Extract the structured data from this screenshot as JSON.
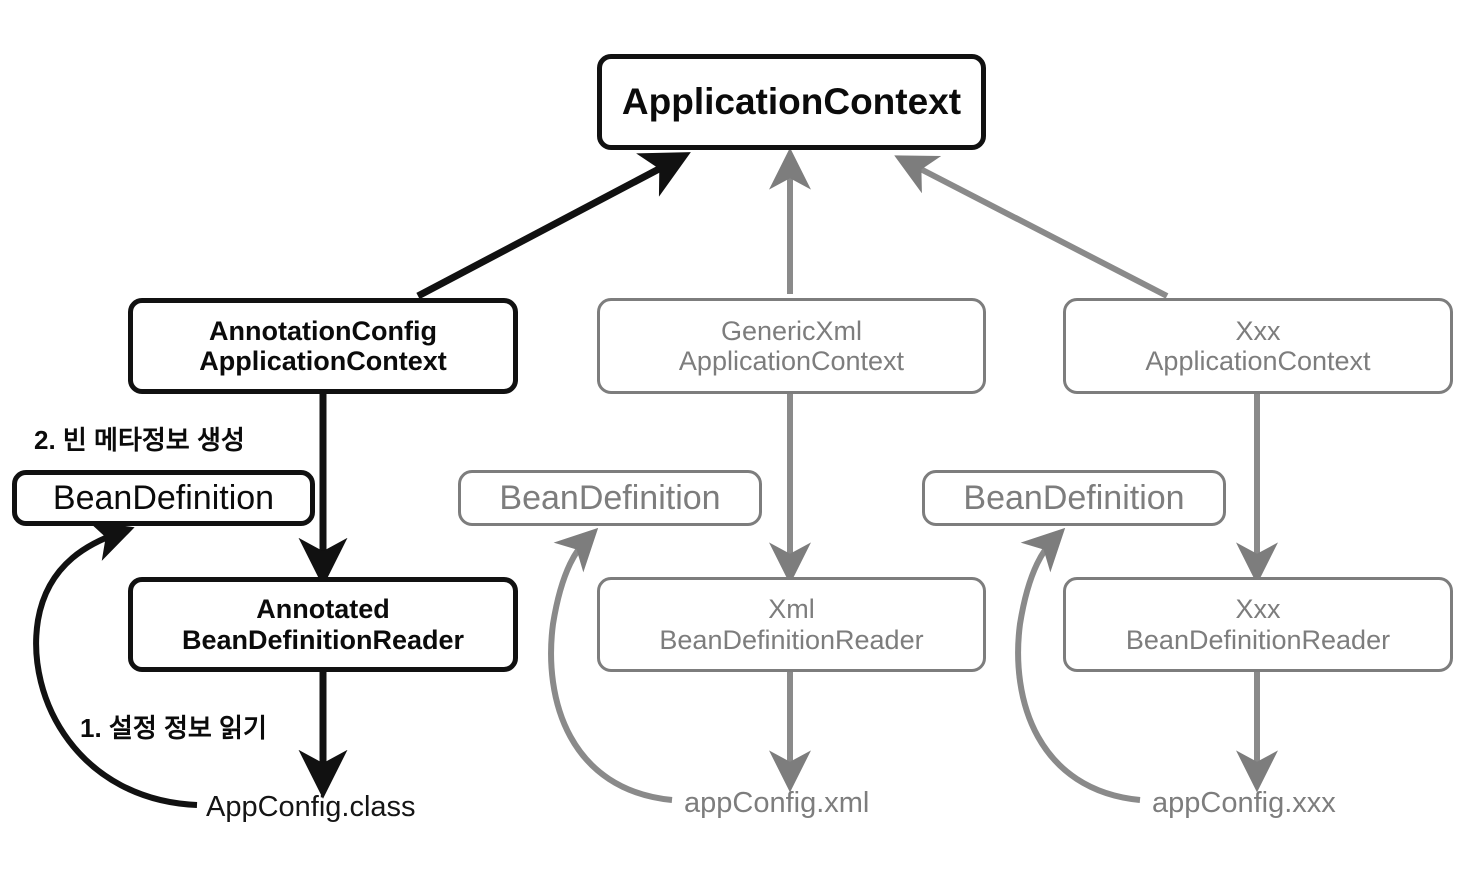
{
  "diagram": {
    "title": "Spring ApplicationContext BeanDefinition flow",
    "colors": {
      "primary": "#111111",
      "muted": "#7d7d7d",
      "background": "#ffffff"
    },
    "nodes": {
      "application_context": "ApplicationContext",
      "annotation_config_application_context": "AnnotationConfig\nApplicationContext",
      "generic_xml_application_context": "GenericXml\nApplicationContext",
      "xxx_application_context": "Xxx\nApplicationContext",
      "bean_definition_left": "BeanDefinition",
      "bean_definition_middle": "BeanDefinition",
      "bean_definition_right": "BeanDefinition",
      "annotated_bean_definition_reader": "Annotated\nBeanDefinitionReader",
      "xml_bean_definition_reader": "Xml\nBeanDefinitionReader",
      "xxx_bean_definition_reader": "Xxx\nBeanDefinitionReader"
    },
    "labels": {
      "step_two": "2. 빈 메타정보 생성",
      "step_one": "1. 설정 정보 읽기",
      "app_config_class": "AppConfig.class",
      "app_config_xml": "appConfig.xml",
      "app_config_xxx": "appConfig.xxx"
    }
  }
}
